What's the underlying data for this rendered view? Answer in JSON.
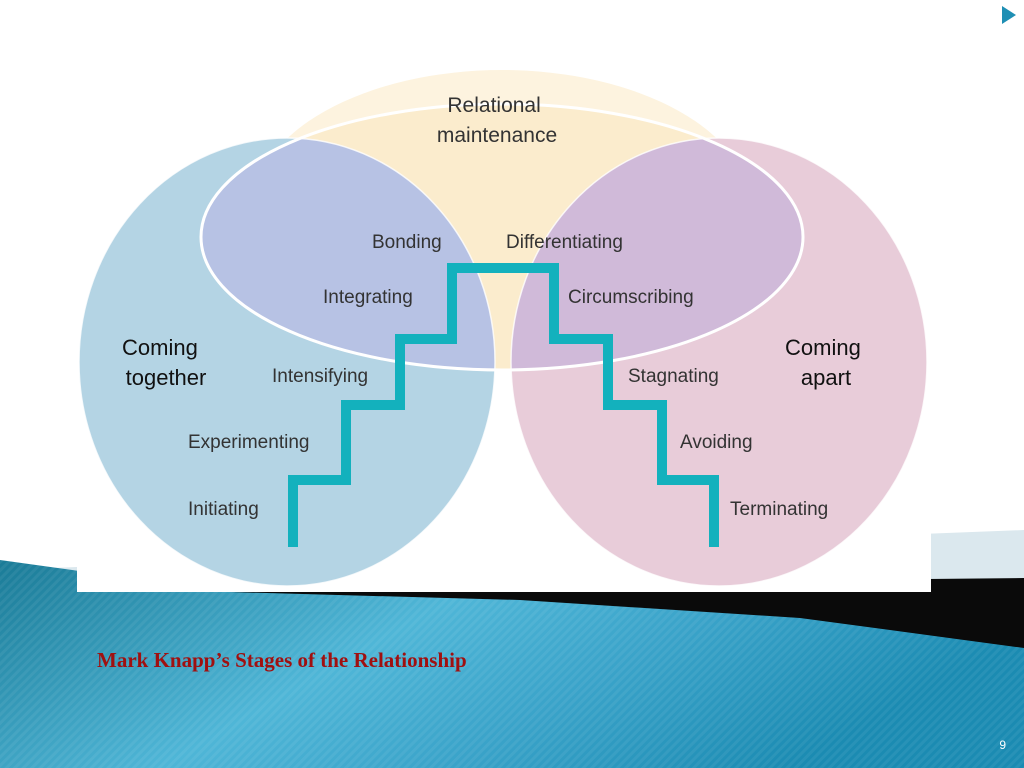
{
  "diagram": {
    "regions": {
      "top": "Relational maintenance",
      "top_lines": [
        "Relational",
        "maintenance"
      ],
      "left_lines": [
        "Coming",
        "together"
      ],
      "right_lines": [
        "Coming",
        "apart"
      ]
    },
    "stages_coming_together": [
      "Initiating",
      "Experimenting",
      "Intensifying",
      "Integrating",
      "Bonding"
    ],
    "stages_coming_apart": [
      "Differentiating",
      "Circumscribing",
      "Stagnating",
      "Avoiding",
      "Terminating"
    ],
    "colors": {
      "top_circle": "#fbeccd",
      "left_circle": "#b4d4e4",
      "right_circle": "#e8ccd9",
      "left_overlap": "#b7c2e4",
      "right_overlap": "#d0bad9",
      "staircase": "#13b1bd",
      "outline": "#ffffff"
    }
  },
  "slide": {
    "caption": "Mark Knapp’s Stages of the Relationship",
    "page_number": "9",
    "colors": {
      "accent_teal": "#1f8fb4",
      "caption_text": "#a01010"
    }
  }
}
